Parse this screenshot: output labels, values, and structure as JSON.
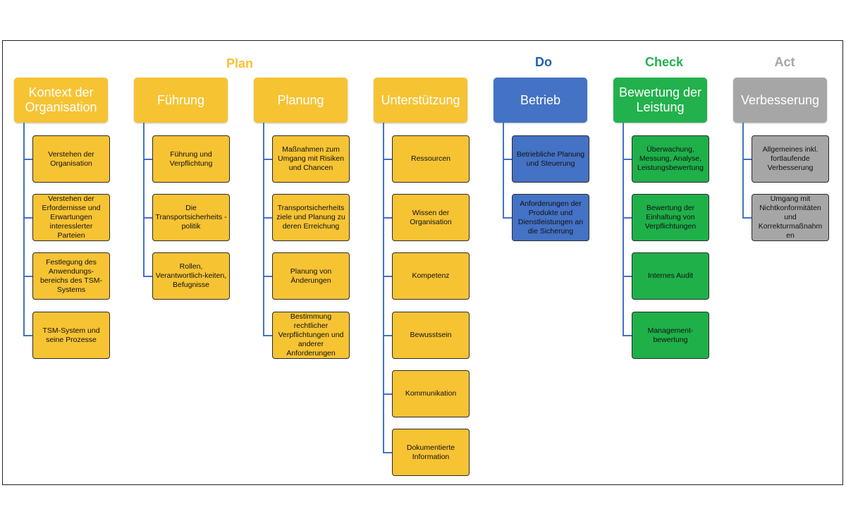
{
  "phases": {
    "plan": "Plan",
    "do": "Do",
    "check": "Check",
    "act": "Act"
  },
  "colors": {
    "plan": "#f6c333",
    "do": "#1f5fb4",
    "check": "#22b14c",
    "act": "#a6a6a6",
    "connector": "#4472c4"
  },
  "columns": [
    {
      "title": "Kontext der Organisation",
      "items": [
        "Verstehen der Organisation",
        "Verstehen der Erfordernisse und Erwartungen interesslerter Parteien",
        "Festlegung des Anwendungs-bereichs des TSM-Systems",
        "TSM-System und seine Prozesse"
      ]
    },
    {
      "title": "Führung",
      "items": [
        "Führung und Verpflichtung",
        "Die Transportsicherheits -politik",
        "Rollen, Verantwortlich-keiten, Befugnisse"
      ]
    },
    {
      "title": "Planung",
      "items": [
        "Maßnahmen zum Umgang mit Risiken und Chancen",
        "Transportsicherheits ziele und Planung zu deren Erreichung",
        "Planung von Änderungen",
        "Bestimmung rechtlicher Verpflichtungen und anderer Anforderungen"
      ]
    },
    {
      "title": "Unterstützung",
      "items": [
        "Ressourcen",
        "Wissen der Organisation",
        "Kompetenz",
        "Bewusstsein",
        "Kommunikation",
        "Dokumentierte Information"
      ]
    },
    {
      "title": "Betrieb",
      "items": [
        "Betriebliche Planung und Steuerung",
        "Anforderungen der Produkte und Dienstleistungen an die Sicherung"
      ]
    },
    {
      "title": "Bewertung der Leistung",
      "items": [
        "Überwachung, Messung, Analyse, Leistungsbewertung",
        "Bewertung der Einhaltung von Verpflichtungen",
        "Internes Audit",
        "Management-bewertung"
      ]
    },
    {
      "title": "Verbesserung",
      "items": [
        "Allgemeines inkl. fortlaufende Verbesserung",
        "Umgang mit Nichtkonformitäten und Korrekturmaßnahm en"
      ]
    }
  ]
}
